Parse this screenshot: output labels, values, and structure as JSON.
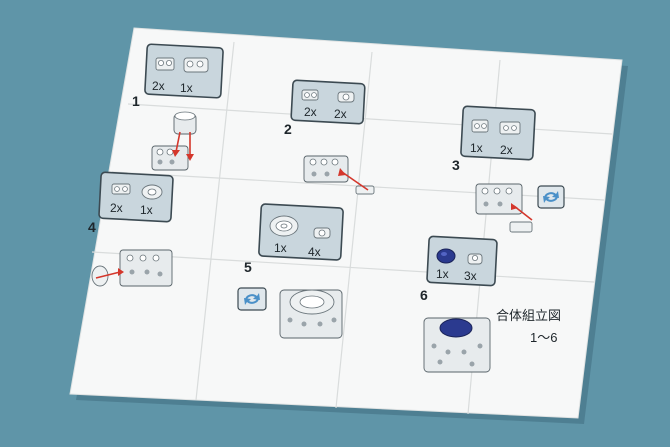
{
  "instructions": {
    "steps": [
      {
        "number": "1",
        "quantities": [
          "2x",
          "1x"
        ]
      },
      {
        "number": "2",
        "quantities": [
          "2x",
          "2x"
        ]
      },
      {
        "number": "3",
        "quantities": [
          "1x",
          "2x"
        ]
      },
      {
        "number": "4",
        "quantities": [
          "2x",
          "1x"
        ]
      },
      {
        "number": "5",
        "quantities": [
          "1x",
          "4x"
        ]
      },
      {
        "number": "6",
        "quantities": [
          "1x",
          "3x"
        ]
      }
    ],
    "caption": {
      "title": "合体組立図",
      "range": "1～6"
    }
  },
  "icons": {
    "rotate": "rotate-arrows-icon"
  },
  "colors": {
    "background": "#5f95a8",
    "paper": "#f7f8f8",
    "parts_box": "#c9d6dd",
    "arrow": "#d4372c",
    "rotate_icon": "#4a90c8",
    "blue_part": "#2b3a8f"
  }
}
